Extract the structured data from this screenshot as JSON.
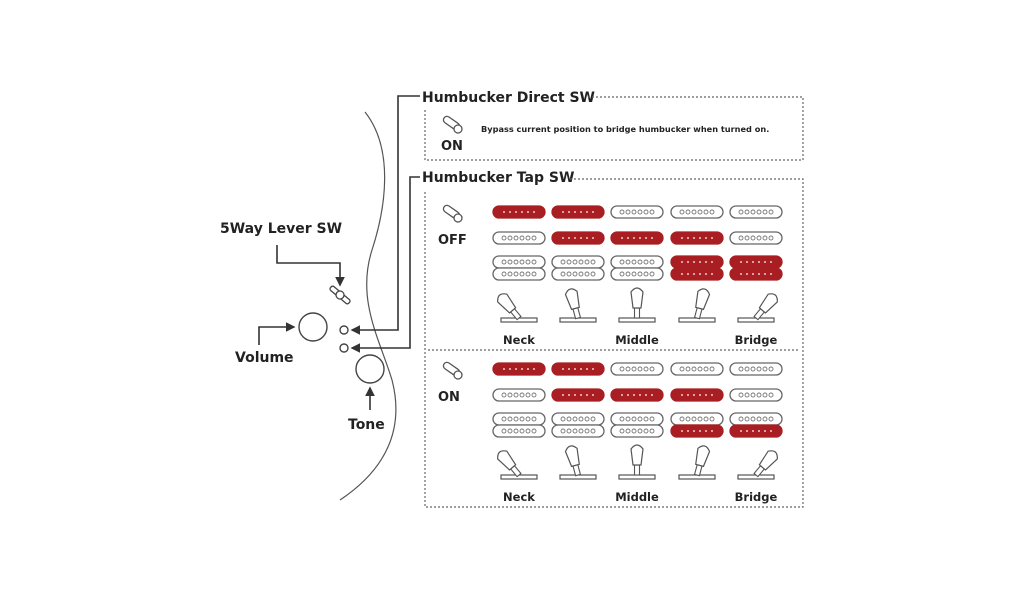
{
  "colors": {
    "active": "#a81e22",
    "inactive": "#ffffff",
    "outline": "#666666",
    "text": "#222222"
  },
  "labels": {
    "lever_switch": "5Way Lever SW",
    "volume": "Volume",
    "tone": "Tone"
  },
  "direct_sw": {
    "title": "Humbucker Direct SW",
    "state": "ON",
    "description": "Bypass current position to bridge humbucker when turned on."
  },
  "tap_sw": {
    "title": "Humbucker Tap SW",
    "position_labels": [
      "Neck",
      "",
      "Middle",
      "",
      "Bridge"
    ],
    "lever_angles_deg": [
      -40,
      -15,
      0,
      15,
      40
    ],
    "modes": [
      {
        "state": "OFF",
        "single_top": [
          1,
          1,
          0,
          0,
          0
        ],
        "single_mid": [
          0,
          1,
          1,
          1,
          0
        ],
        "humbucker_upper": [
          0,
          0,
          0,
          1,
          1
        ],
        "humbucker_lower": [
          0,
          0,
          0,
          1,
          1
        ]
      },
      {
        "state": "ON",
        "single_top": [
          1,
          1,
          0,
          0,
          0
        ],
        "single_mid": [
          0,
          1,
          1,
          1,
          0
        ],
        "humbucker_upper": [
          0,
          0,
          0,
          0,
          0
        ],
        "humbucker_lower": [
          0,
          0,
          0,
          1,
          1
        ]
      }
    ]
  }
}
